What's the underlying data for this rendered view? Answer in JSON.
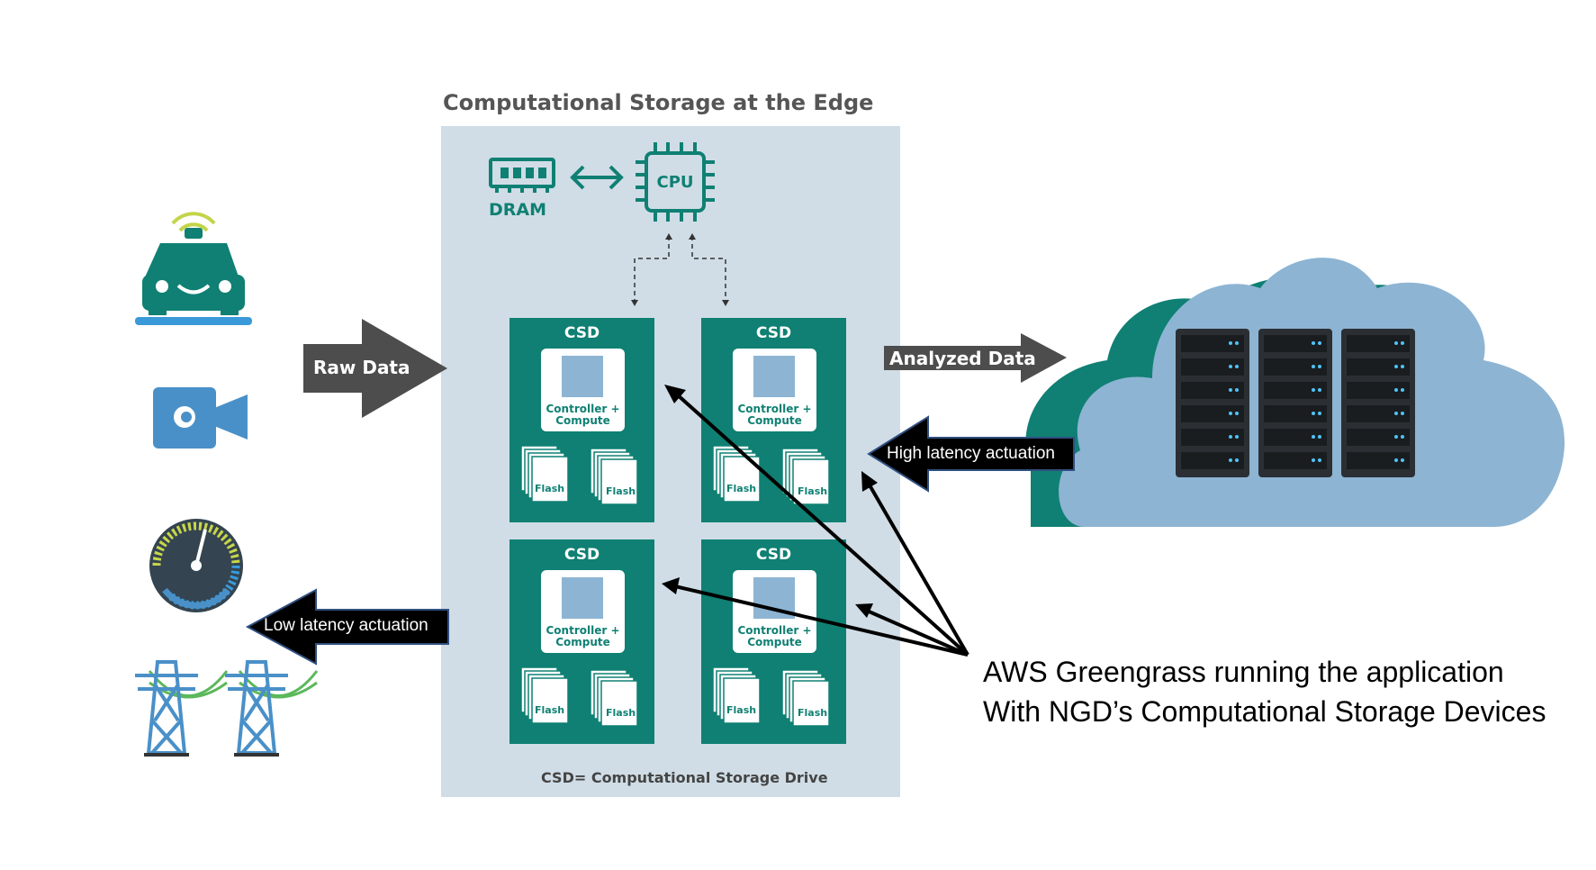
{
  "diagram": {
    "title": "Computational Storage at the Edge",
    "dram_label": "DRAM",
    "cpu_label": "CPU",
    "csd_units": [
      {
        "title": "CSD",
        "controller": "Controller +",
        "compute": "Compute",
        "flash": [
          "Flash",
          "Flash"
        ]
      },
      {
        "title": "CSD",
        "controller": "Controller +",
        "compute": "Compute",
        "flash": [
          "Flash",
          "Flash"
        ]
      },
      {
        "title": "CSD",
        "controller": "Controller +",
        "compute": "Compute",
        "flash": [
          "Flash",
          "Flash"
        ]
      },
      {
        "title": "CSD",
        "controller": "Controller +",
        "compute": "Compute",
        "flash": [
          "Flash",
          "Flash"
        ]
      }
    ],
    "caption": "CSD= Computational Storage Drive",
    "raw_data": "Raw Data",
    "analyzed_data": "Analyzed Data",
    "high_latency": "High latency actuation",
    "low_latency": "Low latency actuation",
    "note_line1": "AWS Greengrass running the application",
    "note_line2": "With NGD’s Computational Storage Devices",
    "icons": [
      "connected-car-icon",
      "camera-icon",
      "gauge-icon",
      "power-tower-icon",
      "cloud-servers-icon"
    ],
    "colors": {
      "teal": "#0f8073",
      "panel": "#d0dde6",
      "light_blue": "#8db4d3",
      "dark_arrow": "#4d4d4d",
      "black_arrow": "#000000"
    }
  }
}
